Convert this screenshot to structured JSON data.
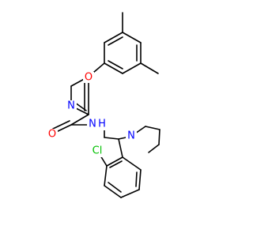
{
  "diagram": {
    "type": "chemical-structure",
    "colors": {
      "bond": "#000000",
      "carbon": "#000000",
      "oxygen": "#ff0000",
      "nitrogen": "#0000ff",
      "chlorine": "#00c000",
      "background": "#ffffff"
    },
    "atoms": [
      {
        "id": "o_ring",
        "label": "O",
        "element": "oxygen"
      },
      {
        "id": "n_ring",
        "label": "N",
        "element": "nitrogen"
      },
      {
        "id": "o_carbonyl",
        "label": "O",
        "element": "oxygen"
      },
      {
        "id": "n_amide",
        "label": "N",
        "element": "nitrogen"
      },
      {
        "id": "h_amide",
        "label": "H",
        "element": "nitrogen"
      },
      {
        "id": "n_pyrrolidine",
        "label": "N",
        "element": "nitrogen"
      },
      {
        "id": "cl",
        "label": "Cl",
        "element": "chlorine"
      }
    ]
  }
}
